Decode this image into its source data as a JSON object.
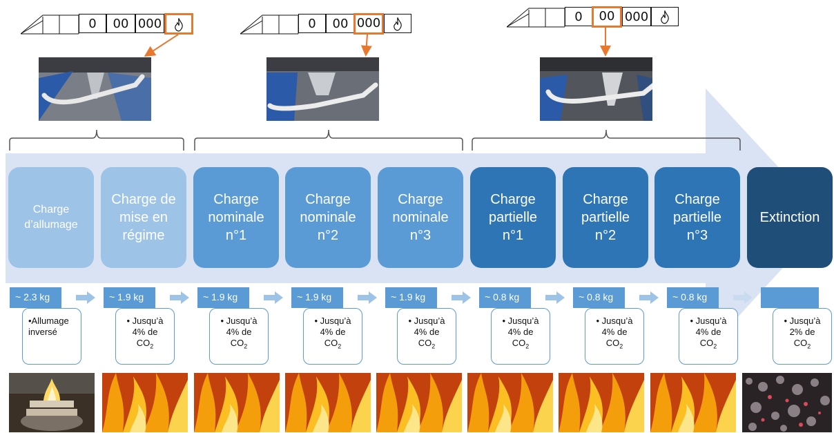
{
  "selectors": [
    {
      "cells": [
        "0",
        "00",
        "000",
        "🔥"
      ],
      "highlight_index": 3
    },
    {
      "cells": [
        "0",
        "00",
        "000",
        "🔥"
      ],
      "highlight_index": 2
    },
    {
      "cells": [
        "0",
        "00",
        "000",
        "🔥"
      ],
      "highlight_index": 1
    }
  ],
  "stages": [
    {
      "label": "Charge d’allumage",
      "color": "#9dc3e6",
      "weight": "~ 2.3 kg",
      "note": "•Allumage inversé",
      "image": "kindling-fire"
    },
    {
      "label": "Charge de mise en régime",
      "color": "#9dc3e6",
      "weight": "~ 1.9 kg",
      "note_lines": [
        "• Jusqu’à",
        "4% de",
        "CO",
        "2"
      ],
      "image": "flames"
    },
    {
      "label": "Charge nominale n°1",
      "color": "#5b9bd5",
      "weight": "~ 1.9 kg",
      "note_lines": [
        "• Jusqu’à",
        "4% de",
        "CO",
        "2"
      ],
      "image": "flames"
    },
    {
      "label": "Charge nominale n°2",
      "color": "#5b9bd5",
      "weight": "~ 1.9 kg",
      "note_lines": [
        "• Jusqu’à",
        "4% de",
        "CO",
        "2"
      ],
      "image": "flames"
    },
    {
      "label": "Charge nominale n°3",
      "color": "#5b9bd5",
      "weight": "~ 1.9 kg",
      "note_lines": [
        "• Jusqu’à",
        "4% de",
        "CO",
        "2"
      ],
      "image": "flames"
    },
    {
      "label": "Charge partielle n°1",
      "color": "#2e75b6",
      "weight": "~ 0.8 kg",
      "note_lines": [
        "• Jusqu’à",
        "4% de",
        "CO",
        "2"
      ],
      "image": "flames"
    },
    {
      "label": "Charge partielle n°2",
      "color": "#2e75b6",
      "weight": "~ 0.8 kg",
      "note_lines": [
        "• Jusqu’à",
        "4% de",
        "CO",
        "2"
      ],
      "image": "flames"
    },
    {
      "label": "Charge partielle n°3",
      "color": "#2e75b6",
      "weight": "~ 0.8 kg",
      "note_lines": [
        "• Jusqu’à",
        "4% de",
        "CO",
        "2"
      ],
      "image": "flames"
    },
    {
      "label": "Extinction",
      "color": "#1f4e79",
      "weight": "",
      "note_lines": [
        "• Jusqu’à",
        "2% de",
        "CO",
        "2"
      ],
      "image": "embers"
    }
  ],
  "colors": {
    "highlight": "#e8782e",
    "big_arrow": "#dae3f3",
    "small_arrow": "#9dc3e6",
    "tab": "#5b9bd5"
  }
}
